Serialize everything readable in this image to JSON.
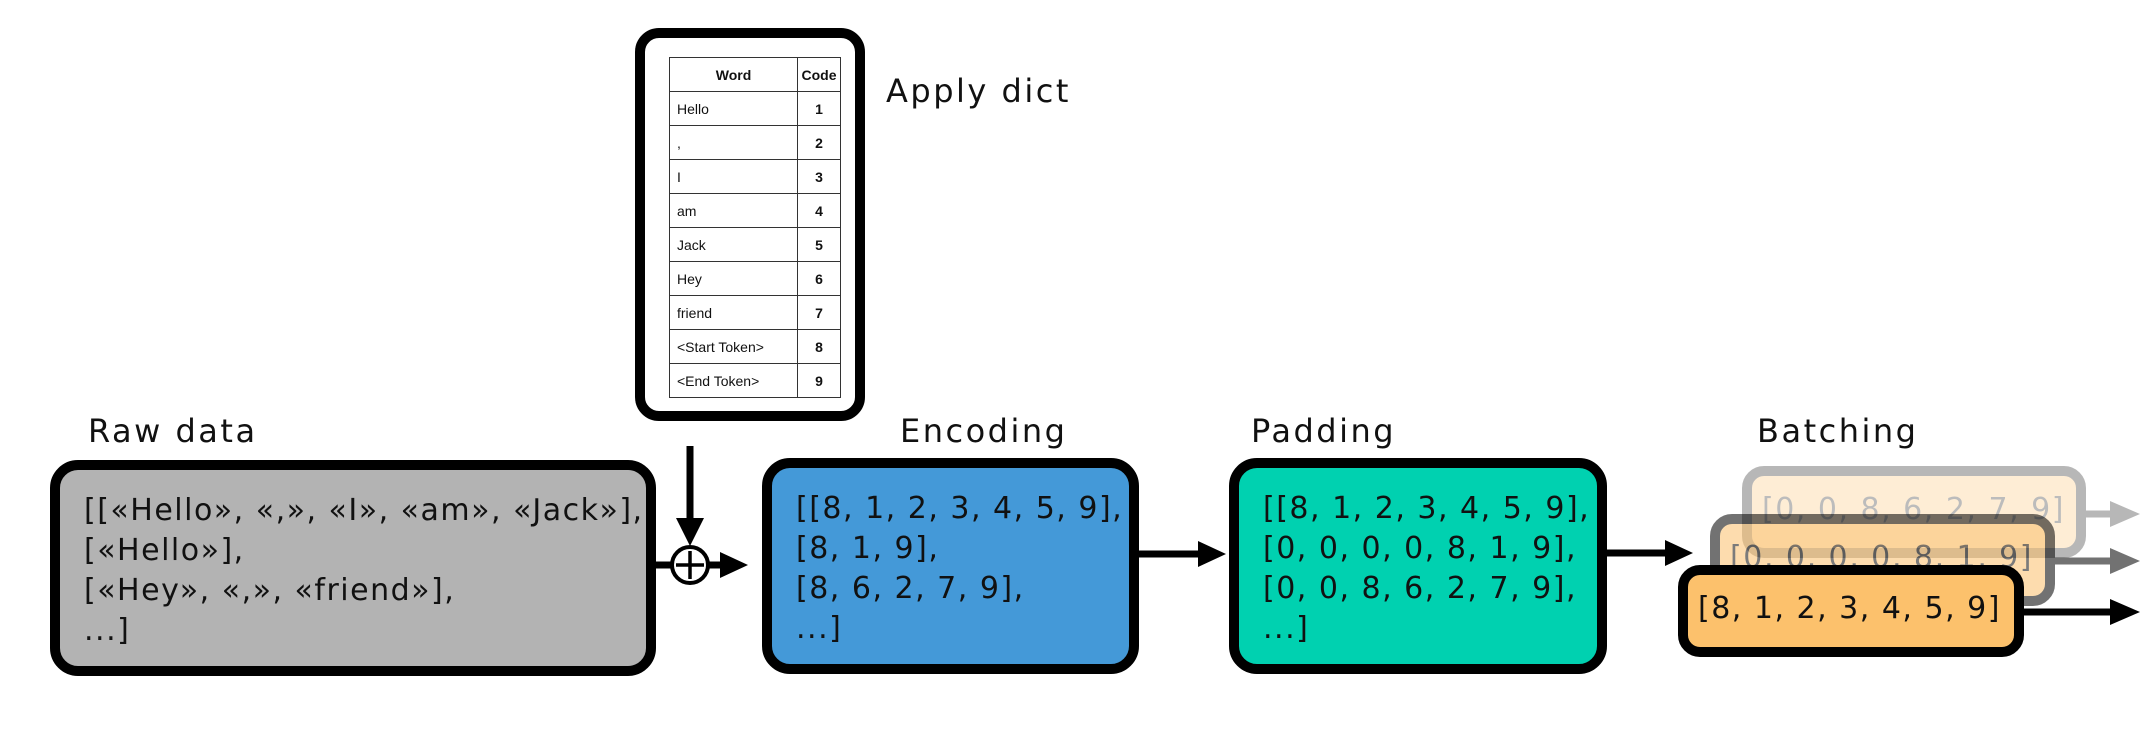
{
  "dictionary": {
    "title": "Apply dict",
    "headers": {
      "word": "Word",
      "code": "Code"
    },
    "rows": [
      {
        "word": "Hello",
        "code": "1"
      },
      {
        "word": ",",
        "code": "2"
      },
      {
        "word": "I",
        "code": "3"
      },
      {
        "word": "am",
        "code": "4"
      },
      {
        "word": "Jack",
        "code": "5"
      },
      {
        "word": "Hey",
        "code": "6"
      },
      {
        "word": "friend",
        "code": "7"
      },
      {
        "word": "<Start Token>",
        "code": "8"
      },
      {
        "word": "<End Token>",
        "code": "9"
      }
    ]
  },
  "stages": {
    "raw": {
      "title": "Raw data",
      "color": "#b3b3b3",
      "lines": [
        "[[«Hello», «,», «I», «am», «Jack»],",
        "[«Hello»],",
        "[«Hey», «,», «friend»],",
        "...]"
      ]
    },
    "encoding": {
      "title": "Encoding",
      "color": "#4499d8",
      "lines": [
        "[[8, 1, 2, 3, 4, 5, 9],",
        "[8, 1, 9],",
        "[8, 6, 2, 7, 9],",
        "...]"
      ]
    },
    "padding": {
      "title": "Padding",
      "color": "#00d1b0",
      "lines": [
        "[[8, 1, 2, 3, 4, 5, 9],",
        "[0, 0, 0, 0, 8, 1, 9],",
        "[0, 0, 8, 6, 2, 7, 9],",
        "...]"
      ]
    },
    "batching": {
      "title": "Batching",
      "color": "#fcc16c",
      "batches": [
        "[8, 1, 2, 3, 4, 5, 9]",
        "[0, 0, 0, 0, 8, 1, 9]",
        "[0, 0, 8, 6, 2, 7, 9]"
      ]
    }
  }
}
